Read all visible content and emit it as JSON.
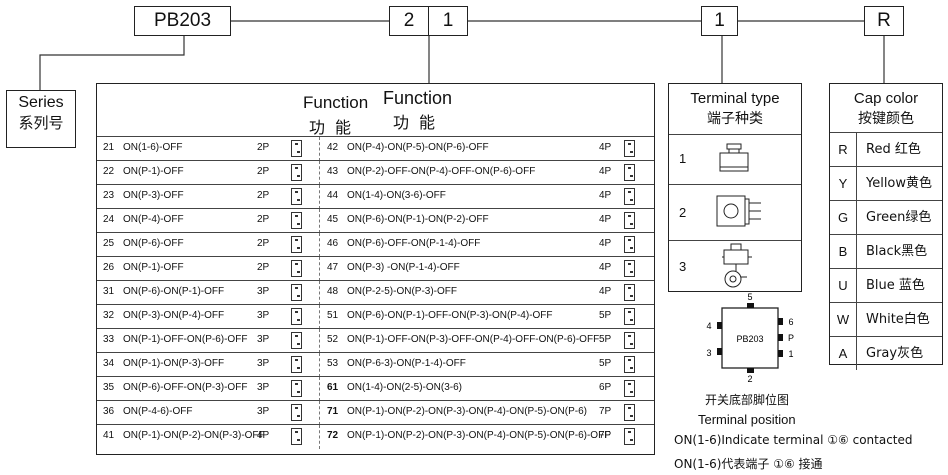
{
  "code_blocks": {
    "series_code": "PB203",
    "function_a": "2",
    "function_b": "1",
    "terminal": "1",
    "color": "R"
  },
  "series_label": {
    "en": "Series",
    "cn": "系列号"
  },
  "function_header": {
    "en_1": "Function",
    "en_2": "Function",
    "cn_1": "功能",
    "cn_2": "功能"
  },
  "function_left": [
    {
      "num": "21",
      "code": "ON(1-6)-OFF",
      "p": "2P"
    },
    {
      "num": "22",
      "code": "ON(P-1)-OFF",
      "p": "2P"
    },
    {
      "num": "23",
      "code": "ON(P-3)-OFF",
      "p": "2P"
    },
    {
      "num": "24",
      "code": "ON(P-4)-OFF",
      "p": "2P"
    },
    {
      "num": "25",
      "code": "ON(P-6)-OFF",
      "p": "2P"
    },
    {
      "num": "26",
      "code": "ON(P-1)-OFF",
      "p": "2P"
    },
    {
      "num": "31",
      "code": "ON(P-6)-ON(P-1)-OFF",
      "p": "3P"
    },
    {
      "num": "32",
      "code": "ON(P-3)-ON(P-4)-OFF",
      "p": "3P"
    },
    {
      "num": "33",
      "code": "ON(P-1)-OFF-ON(P-6)-OFF",
      "p": "3P"
    },
    {
      "num": "34",
      "code": "ON(P-1)-ON(P-3)-OFF",
      "p": "3P"
    },
    {
      "num": "35",
      "code": "ON(P-6)-OFF-ON(P-3)-OFF",
      "p": "3P"
    },
    {
      "num": "36",
      "code": "ON(P-4-6)-OFF",
      "p": "3P"
    },
    {
      "num": "41",
      "code": "ON(P-1)-ON(P-2)-ON(P-3)-OFF",
      "p": "4P"
    }
  ],
  "function_right": [
    {
      "num": "42",
      "code": "ON(P-4)-ON(P-5)-ON(P-6)-OFF",
      "p": "4P"
    },
    {
      "num": "43",
      "code": "ON(P-2)-OFF-ON(P-4)-OFF-ON(P-6)-OFF",
      "p": "4P"
    },
    {
      "num": "44",
      "code": "ON(1-4)-ON(3-6)-OFF",
      "p": "4P"
    },
    {
      "num": "45",
      "code": "ON(P-6)-ON(P-1)-ON(P-2)-OFF",
      "p": "4P"
    },
    {
      "num": "46",
      "code": "ON(P-6)-OFF-ON(P-1-4)-OFF",
      "p": "4P"
    },
    {
      "num": "47",
      "code": "ON(P-3) -ON(P-1-4)-OFF",
      "p": "4P"
    },
    {
      "num": "48",
      "code": "ON(P-2-5)-ON(P-3)-OFF",
      "p": "4P"
    },
    {
      "num": "51",
      "code": "ON(P-6)-ON(P-1)-OFF-ON(P-3)-ON(P-4)-OFF",
      "p": "5P"
    },
    {
      "num": "52",
      "code": "ON(P-1)-OFF-ON(P-3)-OFF-ON(P-4)-OFF-ON(P-6)-OFF",
      "p": "5P"
    },
    {
      "num": "53",
      "code": "ON(P-6-3)-ON(P-1-4)-OFF",
      "p": "5P"
    },
    {
      "num": "61",
      "code": "ON(1-4)-ON(2-5)-ON(3-6)",
      "p": "6P"
    },
    {
      "num": "71",
      "code": "ON(P-1)-ON(P-2)-ON(P-3)-ON(P-4)-ON(P-5)-ON(P-6)",
      "p": "7P"
    },
    {
      "num": "72",
      "code": "ON(P-1)-ON(P-2)-ON(P-3)-ON(P-4)-ON(P-5)-ON(P-6)-OFF",
      "p": "7P"
    }
  ],
  "terminal_type": {
    "en": "Terminal type",
    "cn": "端子种类",
    "rows": [
      "1",
      "2",
      "3"
    ]
  },
  "cap_color": {
    "en": "Cap color",
    "cn": "按键颜色",
    "rows": [
      {
        "code": "R",
        "name": "Red  红色"
      },
      {
        "code": "Y",
        "name": "Yellow黄色"
      },
      {
        "code": "G",
        "name": "Green绿色"
      },
      {
        "code": "B",
        "name": "Black黑色"
      },
      {
        "code": "U",
        "name": "Blue 蓝色"
      },
      {
        "code": "W",
        "name": "White白色"
      },
      {
        "code": "A",
        "name": "Gray灰色"
      }
    ]
  },
  "terminal_position": {
    "chip_label": "PB203",
    "pin_top": "5",
    "pin_bottom": "2",
    "pin_left_top": "4",
    "pin_left_bottom": "3",
    "pin_right_top": "6",
    "pin_right_mid": "P",
    "pin_right_bottom": "1",
    "caption_cn": "开关底部脚位图",
    "caption_en": "Terminal position",
    "note_en": "ON(1-6)Indicate terminal ①⑥  contacted",
    "note_cn": "ON(1-6)代表端子  ①⑥  接通"
  }
}
